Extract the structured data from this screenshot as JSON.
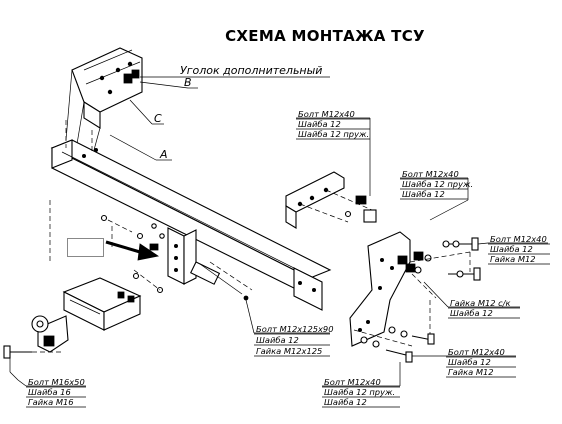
{
  "title": "СХЕМА МОНТАЖА ТСУ",
  "callouts": {
    "bracket_label": "Уголок дополнительный",
    "point_b": "В",
    "point_c": "С",
    "point_a": "А"
  },
  "spec_groups": {
    "top_middle": [
      "Болт М12х40",
      "Шайба 12",
      "Шайба 12 пруж."
    ],
    "right_upper": [
      "Болт М12х40",
      "Шайба 12 пруж.",
      "Шайба 12"
    ],
    "right_far": [
      "Болт М12х40",
      "Шайба 12",
      "Гайка М12"
    ],
    "nut_self_locking": [
      "Гайка М12 с/к",
      "Шайба 12"
    ],
    "center_bottom": [
      "Болт М12х125х90",
      "Шайба 12",
      "Гайка М12х125"
    ],
    "right_lower": [
      "Болт М12х40",
      "Шайба 12",
      "Гайка М12"
    ],
    "bottom_middle": [
      "Болт М12х40",
      "Шайба 12 пруж.",
      "Шайба 12"
    ],
    "left_bottom": [
      "Болт М16х50",
      "Шайба 16",
      "Гайка М16"
    ]
  }
}
